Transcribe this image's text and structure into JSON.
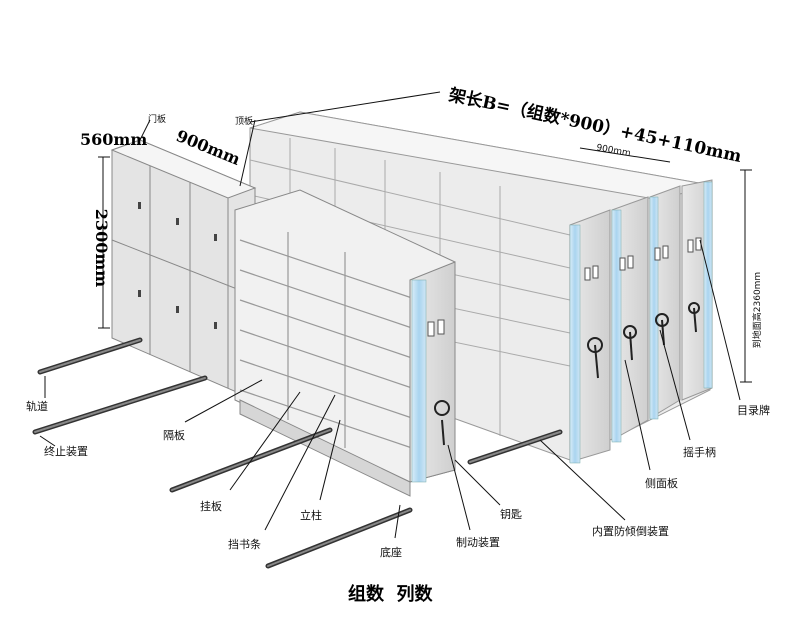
{
  "dimensions": {
    "depth": "560mm",
    "column_width": "900mm",
    "height": "2300mm",
    "total_length": "架长B=（组数*900）+45+110mm",
    "section_width": "900mm",
    "floor_height": "到地面高2360mm"
  },
  "top_labels": {
    "door_panel": "门板",
    "top_panel": "顶板"
  },
  "parts": {
    "track": "轨道",
    "end_stop": "终止装置",
    "partition": "隔板",
    "hanging_board": "挂板",
    "book_stop": "挡书条",
    "column": "立柱",
    "base": "底座",
    "brake": "制动装置",
    "key": "钥匙",
    "anti_tilt": "内置防倾倒装置",
    "side_panel": "侧面板",
    "hand_crank": "摇手柄",
    "directory_card": "目录牌"
  },
  "caption": "组数  列数",
  "colors": {
    "panel_blue": "#a9d4ef",
    "frame_gray": "#dcdcdc",
    "track_dark": "#3a3a3a"
  }
}
